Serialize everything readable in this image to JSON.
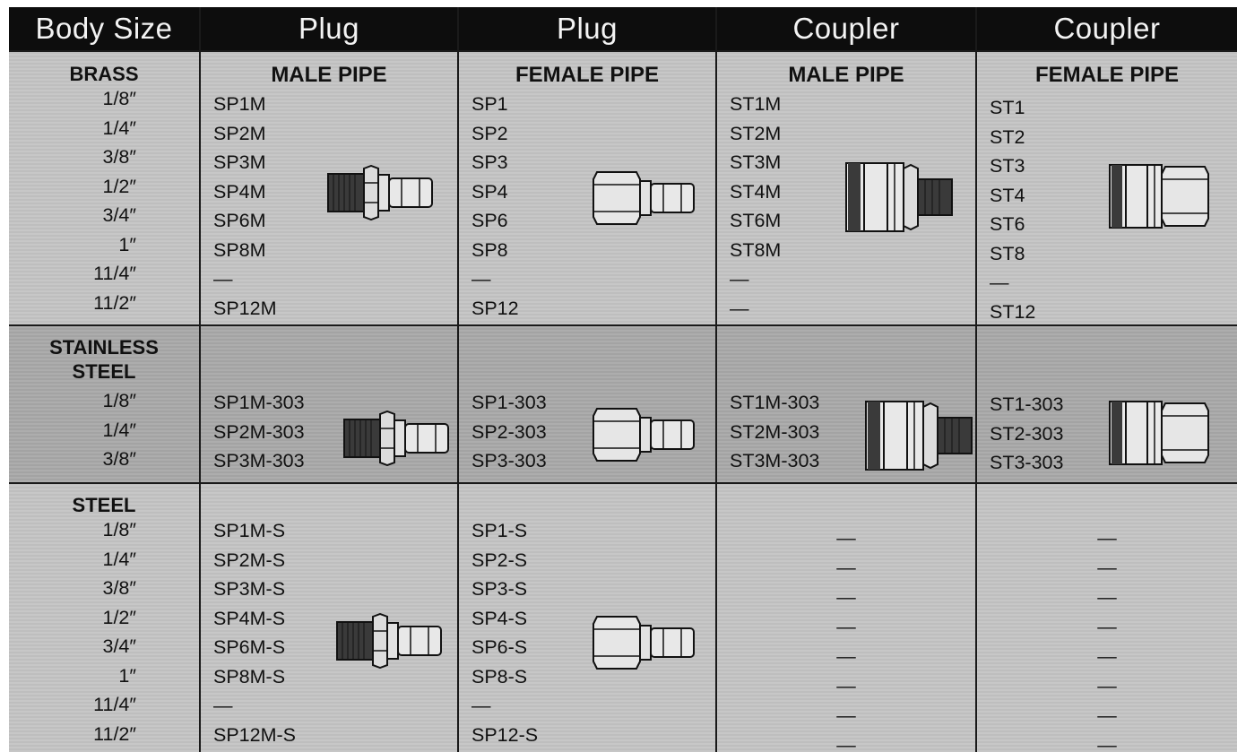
{
  "header": {
    "body_size": "Body Size",
    "plug_male": "Plug",
    "plug_female": "Plug",
    "coupler_male": "Coupler",
    "coupler_female": "Coupler"
  },
  "subheaders": {
    "male_pipe": "MALE PIPE",
    "female_pipe": "FEMALE PIPE"
  },
  "brass": {
    "material": "BRASS",
    "sizes": [
      "1/8″",
      "1/4″",
      "3/8″",
      "1/2″",
      "3/4″",
      "1″",
      "11/4″",
      "11/2″"
    ],
    "plug_male": [
      "SP1M",
      "SP2M",
      "SP3M",
      "SP4M",
      "SP6M",
      "SP8M",
      "—",
      "SP12M"
    ],
    "plug_female": [
      "SP1",
      "SP2",
      "SP3",
      "SP4",
      "SP6",
      "SP8",
      "—",
      "SP12"
    ],
    "coupler_male": [
      "ST1M",
      "ST2M",
      "ST3M",
      "ST4M",
      "ST6M",
      "ST8M",
      "—",
      "—"
    ],
    "coupler_female": [
      "ST1",
      "ST2",
      "ST3",
      "ST4",
      "ST6",
      "ST8",
      "—",
      "ST12"
    ]
  },
  "stainless": {
    "material_line1": "STAINLESS",
    "material_line2": "STEEL",
    "sizes": [
      "1/8″",
      "1/4″",
      "3/8″"
    ],
    "plug_male": [
      "SP1M-303",
      "SP2M-303",
      "SP3M-303"
    ],
    "plug_female": [
      "SP1-303",
      "SP2-303",
      "SP3-303"
    ],
    "coupler_male": [
      "ST1M-303",
      "ST2M-303",
      "ST3M-303"
    ],
    "coupler_female": [
      "ST1-303",
      "ST2-303",
      "ST3-303"
    ]
  },
  "steel": {
    "material": "STEEL",
    "sizes": [
      "1/8″",
      "1/4″",
      "3/8″",
      "1/2″",
      "3/4″",
      "1″",
      "11/4″",
      "11/2″"
    ],
    "plug_male": [
      "SP1M-S",
      "SP2M-S",
      "SP3M-S",
      "SP4M-S",
      "SP6M-S",
      "SP8M-S",
      "—",
      "SP12M-S"
    ],
    "plug_female": [
      "SP1-S",
      "SP2-S",
      "SP3-S",
      "SP4-S",
      "SP6-S",
      "SP8-S",
      "—",
      "SP12-S"
    ],
    "coupler_male": [
      "—",
      "—",
      "—",
      "—",
      "—",
      "—",
      "—",
      "—"
    ],
    "coupler_female": [
      "—",
      "—",
      "—",
      "—",
      "—",
      "—",
      "—",
      "—"
    ]
  }
}
